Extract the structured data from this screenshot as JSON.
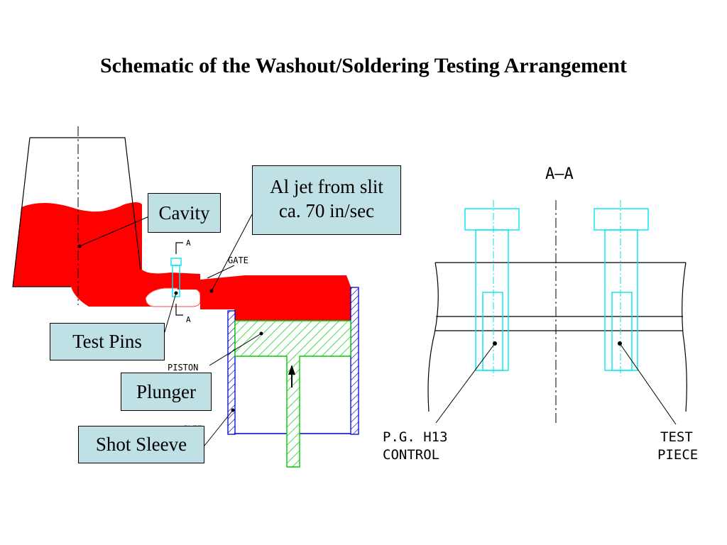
{
  "title": "Schematic of the Washout/Soldering Testing Arrangement",
  "callouts": {
    "cavity": "Cavity",
    "jet_line1": "Al jet from slit",
    "jet_line2": "ca. 70 in/sec",
    "test_pins": "Test Pins",
    "plunger": "Plunger",
    "shot_sleeve": "Shot Sleeve"
  },
  "cad_labels": {
    "gate": "GATE",
    "piston": "PISTON",
    "sleeve_faint": "SLEE",
    "section_a_top": "A",
    "section_a_bottom": "A",
    "section_title": "A–A",
    "control_line1": "P.G. H13",
    "control_line2": "CONTROL",
    "test_line1": "TEST",
    "test_line2": "PIECE"
  },
  "colors": {
    "molten_al": "#ff0000",
    "piston_hatch": "#00cc00",
    "sleeve_hatch": "#0000cc",
    "pin_cyan": "#00e5ee",
    "callout_fill": "#bfe0e4"
  }
}
